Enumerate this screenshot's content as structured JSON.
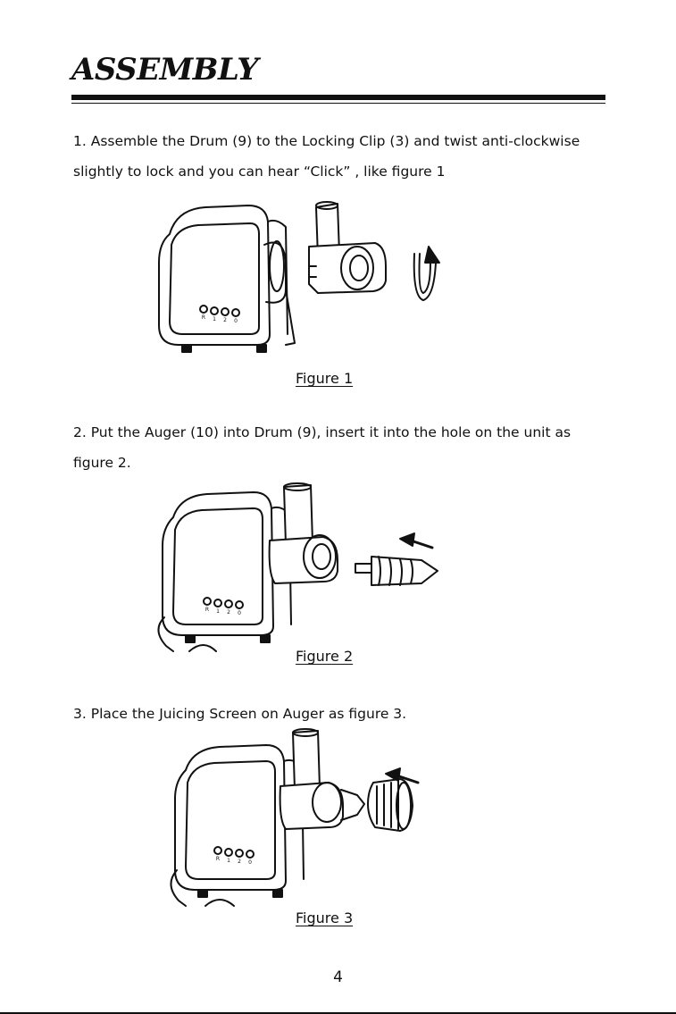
{
  "heading": "ASSEMBLY",
  "steps": [
    {
      "text": "1. Assemble the Drum (9) to the Locking Clip (3) and twist anti-clockwise slightly to lock and you can hear “Click” , like figure 1",
      "caption": "Figure 1",
      "button_labels": [
        "R",
        "1",
        "2",
        "0"
      ]
    },
    {
      "text": "2. Put the Auger (10) into Drum (9), insert it into the hole on the unit as figure 2.",
      "caption": "Figure 2",
      "button_labels": [
        "R",
        "1",
        "2",
        "0"
      ]
    },
    {
      "text": "3. Place the Juicing Screen on Auger as figure 3.",
      "caption": "Figure 3",
      "button_labels": [
        "R",
        "1",
        "2",
        "0"
      ]
    }
  ],
  "page_number": "4"
}
